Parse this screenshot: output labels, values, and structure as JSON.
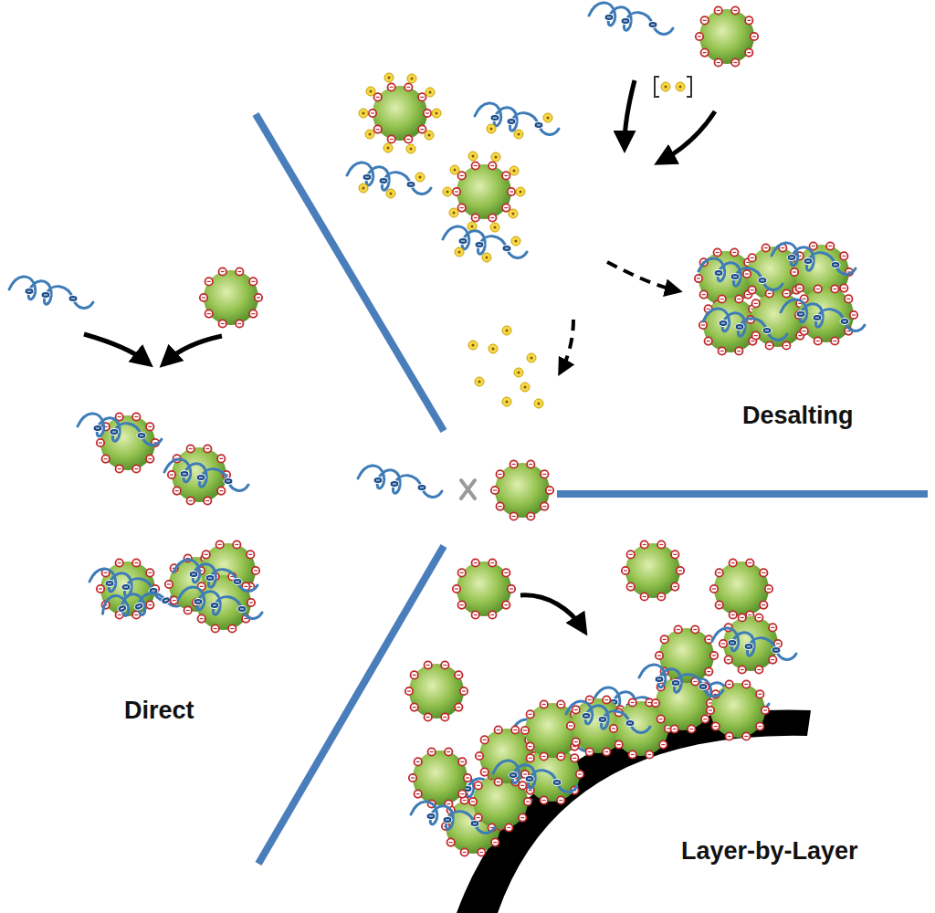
{
  "diagram": {
    "labels": [
      "Desalting",
      "Direct",
      "Layer-by-Layer"
    ]
  }
}
